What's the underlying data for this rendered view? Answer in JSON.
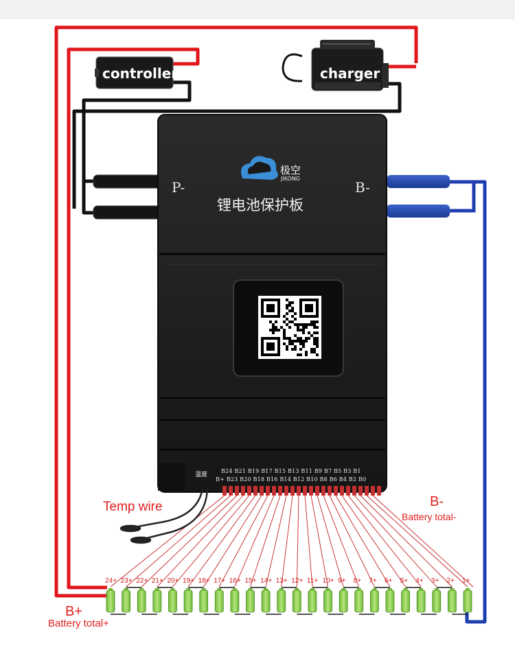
{
  "devices": {
    "controller_label": "controller",
    "charger_label": "charger"
  },
  "board": {
    "brand_cn": "极空",
    "brand_en": "JIKONG",
    "title_cn": "锂电池保护板",
    "p_minus": "P-",
    "b_minus": "B-",
    "temp_pin_label": "温度",
    "pin_row_top": "B24 B21 B19 B17 B15 B13 B11  B9  B7  B5  B3  B1",
    "pin_row_bottom": "B+  B23 B20 B18 B16 B14 B12 B10  B8  B6  B4  B2  B0"
  },
  "annotations": {
    "temp_wire": "Temp wire",
    "b_minus": "B-",
    "battery_total_minus": "Battery total-",
    "b_plus": "B+",
    "battery_total_plus": "Battery total+"
  },
  "cells": [
    "24+",
    "23+",
    "22+",
    "21+",
    "20+",
    "19+",
    "18+",
    "17+",
    "16+",
    "15+",
    "14+",
    "13+",
    "12+",
    "11+",
    "10+",
    "9+",
    "8+",
    "7+",
    "6+",
    "5+",
    "4+",
    "3+",
    "2+",
    "1+"
  ],
  "colors": {
    "positive_wire": "#e0161b",
    "negative_wire": "#1f3fb0",
    "signal_wire": "#111111",
    "balance_wire": "#c42020",
    "cell_body": "#8fd14f"
  }
}
